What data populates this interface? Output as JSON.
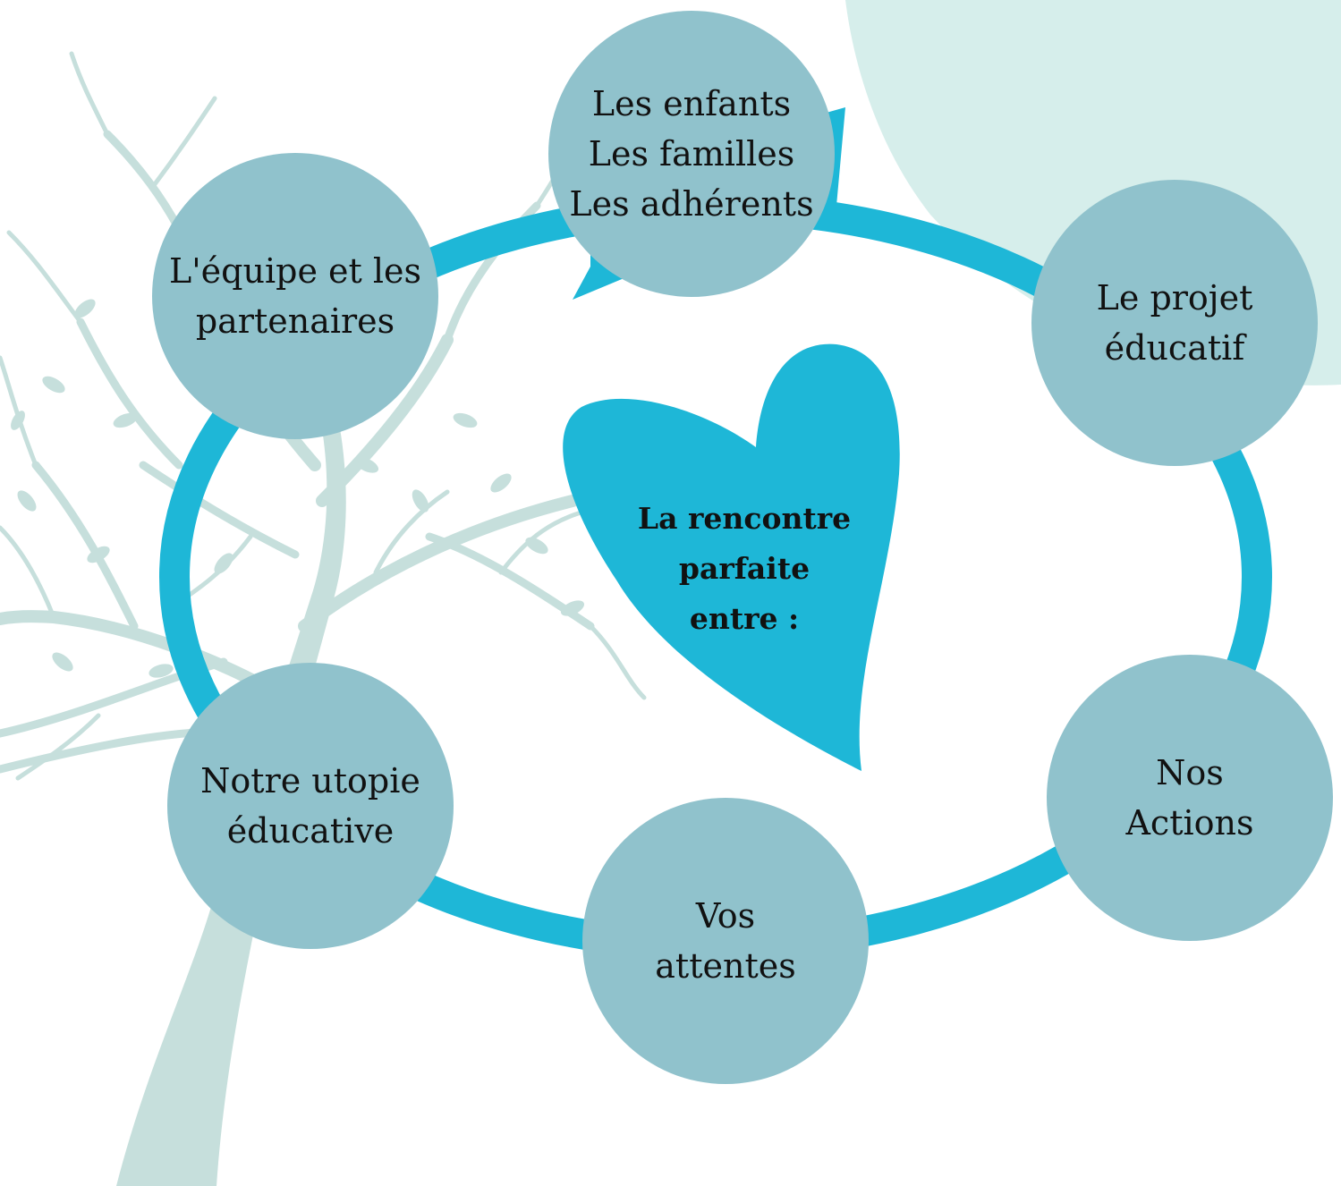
{
  "center": {
    "lines": [
      "La rencontre",
      "parfaite",
      "entre :"
    ]
  },
  "nodes": [
    {
      "id": "enfants",
      "lines": [
        "Les enfants",
        "Les familles",
        "Les adhérents"
      ]
    },
    {
      "id": "projet",
      "lines": [
        "Le projet",
        "éducatif"
      ]
    },
    {
      "id": "actions",
      "lines": [
        "Nos",
        "Actions"
      ]
    },
    {
      "id": "attentes",
      "lines": [
        "Vos",
        "attentes"
      ]
    },
    {
      "id": "utopie",
      "lines": [
        "Notre utopie",
        "éducative"
      ]
    },
    {
      "id": "equipe",
      "lines": [
        "L'équipe et les",
        "partenaires"
      ]
    }
  ],
  "colors": {
    "node_fill": "#90c2cc",
    "ring": "#1eb7d7",
    "heart": "#1eb7d7",
    "tree": "#c6dfdc",
    "corner_blob": "#d6eeeb",
    "text": "#111111"
  }
}
